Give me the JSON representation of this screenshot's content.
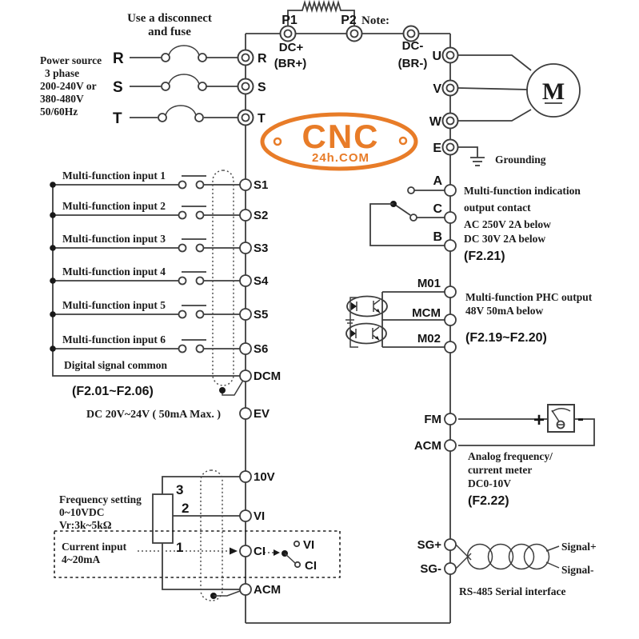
{
  "header": {
    "disconnect_line1": "Use a disconnect",
    "disconnect_line2": "and fuse",
    "note": "Note:",
    "p1": "P1",
    "p2": "P2",
    "dc_plus": "DC+",
    "dc_plus_br": "(BR+)",
    "dc_minus": "DC-",
    "dc_minus_br": "(BR-)"
  },
  "power_source": {
    "lines": [
      "Power source",
      "3 phase",
      "200-240V or",
      "380-480V",
      "50/60Hz"
    ],
    "phases": [
      "R",
      "S",
      "T"
    ]
  },
  "terminals": {
    "r": "R",
    "s": "S",
    "t": "T",
    "u": "U",
    "v": "V",
    "w": "W",
    "e": "E",
    "s1": "S1",
    "s2": "S2",
    "s3": "S3",
    "s4": "S4",
    "s5": "S5",
    "s6": "S6",
    "dcm": "DCM",
    "ev": "EV",
    "v10": "10V",
    "vi": "VI",
    "ci": "CI",
    "acm": "ACM",
    "a": "A",
    "c": "C",
    "b": "B",
    "m01": "M01",
    "mcm": "MCM",
    "m02": "M02",
    "fm": "FM",
    "acm2": "ACM",
    "sgp": "SG+",
    "sgn": "SG-"
  },
  "motor": {
    "label": "M"
  },
  "grounding_label": "Grounding",
  "digital_inputs": {
    "items": [
      "Multi-function input 1",
      "Multi-function input 2",
      "Multi-function input 3",
      "Multi-function input 4",
      "Multi-function input 5",
      "Multi-function input 6"
    ],
    "common": "Digital signal common",
    "param": "(F2.01~F2.06)",
    "ev_note": "DC 20V~24V ( 50mA Max. )"
  },
  "relay_output": {
    "lines": [
      "Multi-function indication",
      "output contact",
      "AC 250V 2A below",
      "DC 30V 2A below"
    ],
    "param": "(F2.21)"
  },
  "phc_output": {
    "line1": "Multi-function PHC output",
    "line2": "48V 50mA below",
    "param": "(F2.19~F2.20)"
  },
  "meter_output": {
    "plus": "+",
    "minus": "-",
    "lines": [
      "Analog frequency/",
      "current meter",
      "DC0-10V"
    ],
    "param": "(F2.22)"
  },
  "analog_inputs": {
    "freq_lines": [
      "Frequency setting",
      "0~10VDC",
      "Vr:3k~5kΩ"
    ],
    "pins": [
      "3",
      "2",
      "1"
    ],
    "current_lines": [
      "Current input",
      "4~20mA"
    ],
    "sw_vi": "VI",
    "sw_ci": "CI"
  },
  "serial": {
    "signal_plus": "Signal+",
    "signal_minus": "Signal-",
    "label": "RS-485 Serial interface"
  },
  "logo": {
    "name": "CNC",
    "domain": "24h.COM",
    "color": "#E87C28"
  }
}
